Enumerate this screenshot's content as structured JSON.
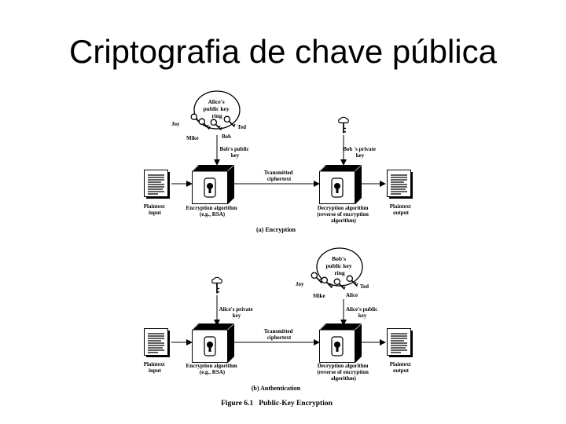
{
  "slide": {
    "title": "Criptografia de chave pública"
  },
  "figure": {
    "caption": "Figure 6.1   Public-Key Encryption",
    "panels": [
      {
        "sublabel": "(a) Encryption",
        "keyring_label": [
          "Alice's",
          "public key",
          "ring"
        ],
        "keyring_names": [
          "Joy",
          "Ted",
          "Mike",
          "Bob"
        ],
        "left_key_label": [
          "Bob's public",
          "key"
        ],
        "right_key_label": [
          "Bob 's private",
          "key"
        ],
        "transmitted_label": [
          "Transmitted",
          "ciphertext"
        ],
        "input_label": [
          "Plaintext",
          "input"
        ],
        "output_label": [
          "Plaintext",
          "output"
        ],
        "enc_label": [
          "Encryption algorithm",
          "(e.g., RSA)"
        ],
        "dec_label": [
          "Decryption algorithm",
          "(reverse of encryption",
          "algorithm)"
        ]
      },
      {
        "sublabel": "(b) Authentication",
        "keyring_label": [
          "Bob's",
          "public key",
          "ring"
        ],
        "keyring_names": [
          "Joy",
          "Ted",
          "Mike",
          "Alice"
        ],
        "left_key_label": [
          "Alice's private",
          "key"
        ],
        "right_key_label": [
          "Alice's public",
          "key"
        ],
        "transmitted_label": [
          "Transmitted",
          "ciphertext"
        ],
        "input_label": [
          "Plaintext",
          "input"
        ],
        "output_label": [
          "Plaintext",
          "output"
        ],
        "enc_label": [
          "Encryption algorithm",
          "(e.g., RSA)"
        ],
        "dec_label": [
          "Decryption algorithm",
          "(reverse of encryption",
          "algorithm)"
        ]
      }
    ]
  }
}
